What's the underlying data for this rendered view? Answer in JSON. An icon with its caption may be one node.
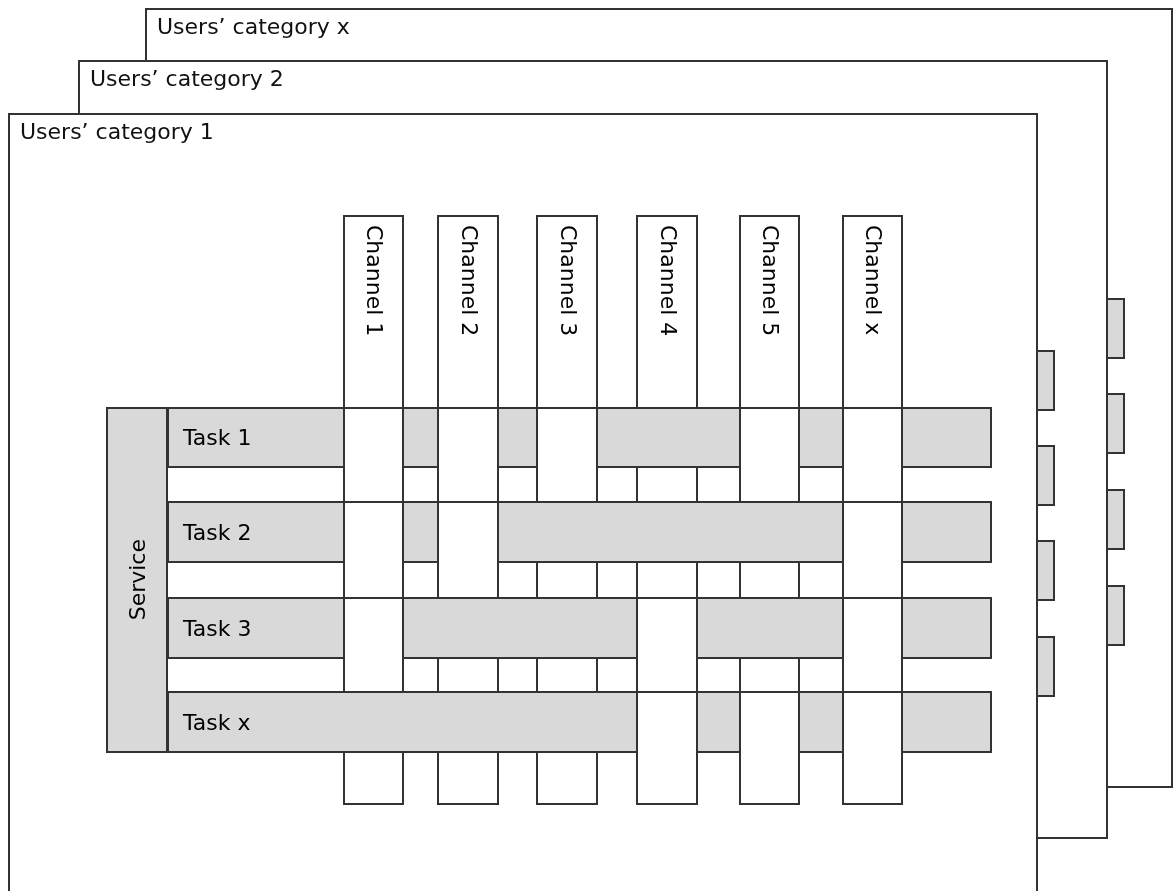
{
  "diagram": {
    "nodes": [
      {
        "text": [
          "Users’ category x"
        ]
      },
      {
        "text": [
          "Users’ category 2"
        ]
      },
      {
        "text": [
          "Users’ category 1"
        ]
      },
      {
        "text": [
          "Channel 1"
        ],
        "in": 2
      },
      {
        "text": [
          "Channel 2"
        ],
        "in": 2
      },
      {
        "text": [
          "Channel 3"
        ],
        "in": 2
      },
      {
        "text": [
          "Channel 4"
        ],
        "in": 2
      },
      {
        "text": [
          "Channel 5"
        ],
        "in": 2
      },
      {
        "text": [
          "Channel x"
        ],
        "in": 2
      },
      {
        "text": [
          "Service"
        ],
        "in": 2
      },
      {
        "text": [
          "Task 1"
        ],
        "in": 2
      },
      {
        "text": [
          "Task 2"
        ],
        "in": 2
      },
      {
        "text": [
          "Task 3"
        ],
        "in": 2
      },
      {
        "text": [
          "Task x"
        ],
        "in": 2
      }
    ]
  }
}
